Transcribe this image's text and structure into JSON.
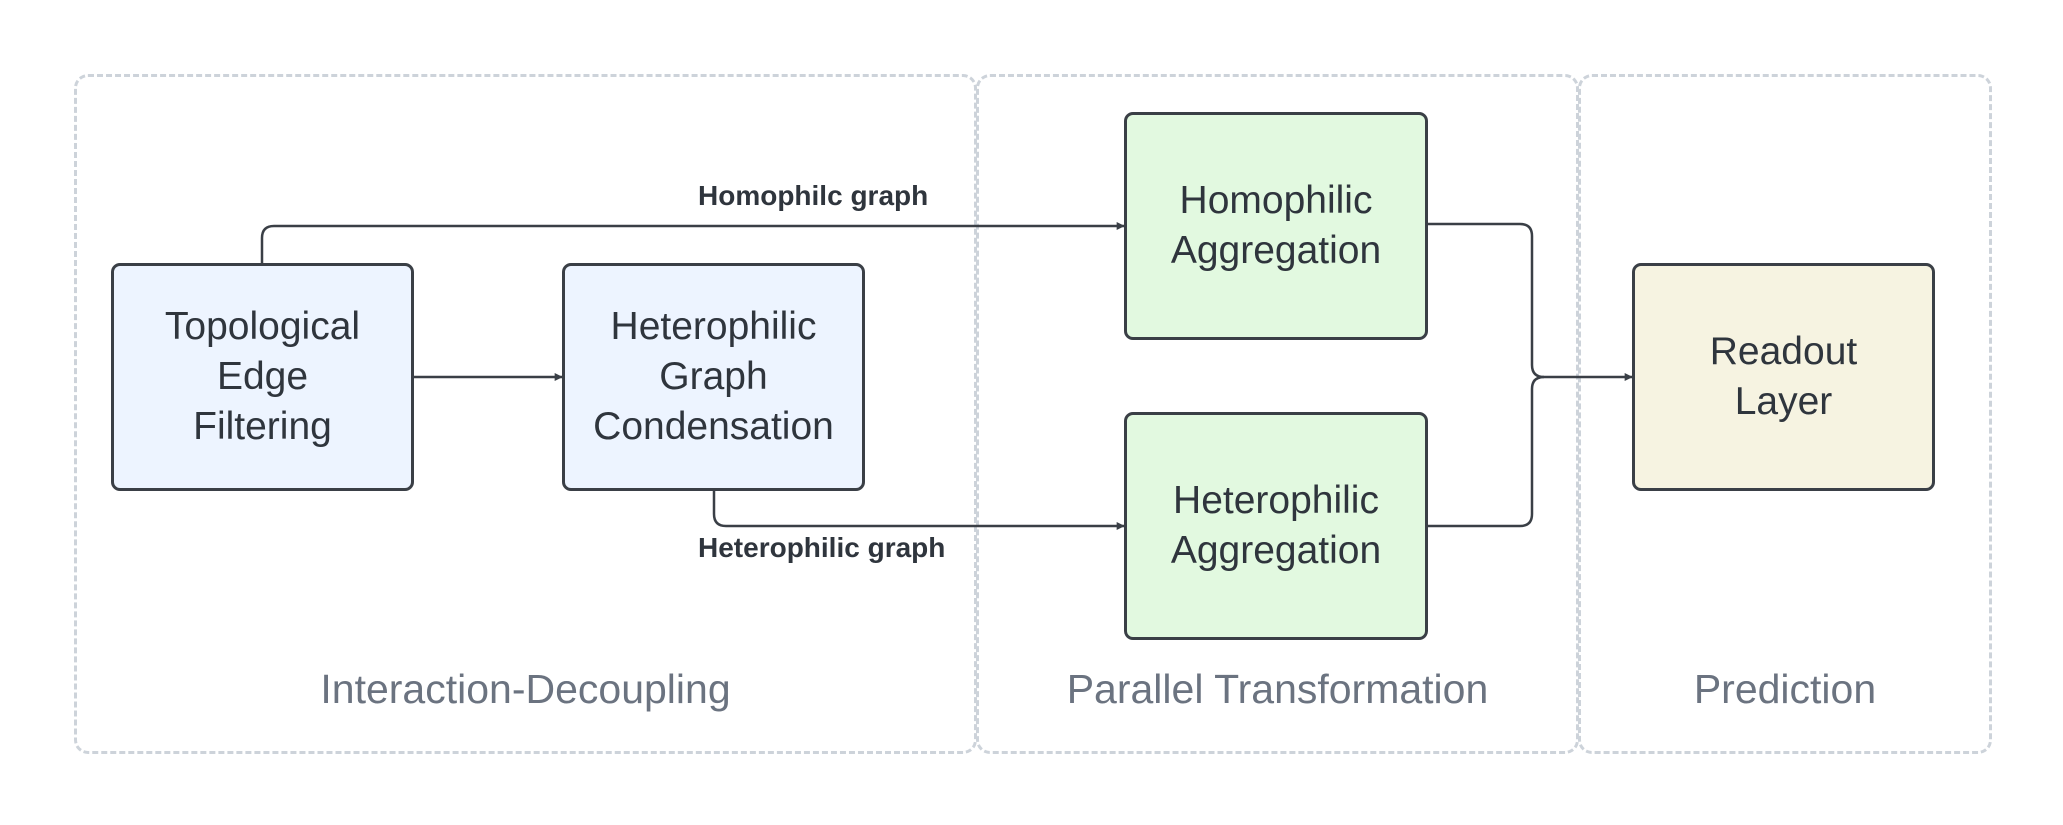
{
  "sections": {
    "decoupling": "Interaction-Decoupling",
    "parallel": "Parallel Transformation",
    "prediction": "Prediction"
  },
  "nodes": {
    "topological": "Topological\nEdge\nFiltering",
    "heterophilic_condensation": "Heterophilic\nGraph\nCondensation",
    "homophilic_aggregation": "Homophilic\nAggregation",
    "heterophilic_aggregation": "Heterophilic\nAggregation",
    "readout": "Readout\nLayer"
  },
  "edges": {
    "homophilic_graph": "Homophilc graph",
    "heterophilic_graph": "Heterophilic graph"
  },
  "colors": {
    "node_blue": "#edf4ff",
    "node_green": "#e2f9e0",
    "node_cream": "#f6f3e1",
    "stroke": "#3a3f46",
    "section_border": "#cdd3da",
    "section_text": "#6b7380"
  }
}
